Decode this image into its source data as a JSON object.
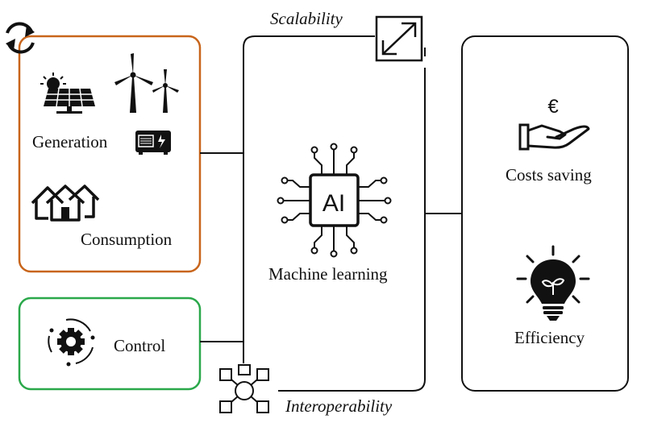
{
  "labels": {
    "generation": "Generation",
    "consumption": "Consumption",
    "control": "Control",
    "machine_learning": "Machine learning",
    "scalability": "Scalability",
    "interoperability": "Interoperability",
    "costs_saving": "Costs saving",
    "efficiency": "Efficiency",
    "ai_chip": "AI",
    "currency_symbol": "€"
  },
  "colors": {
    "energy_box_border": "#c8651b",
    "control_box_border": "#2aa84a",
    "line": "#111111",
    "bulb": "#111111"
  },
  "icons": {
    "top_left": "refresh-icon",
    "generation": [
      "solar-panel-icon",
      "wind-turbines-icon",
      "generator-icon"
    ],
    "consumption": "houses-icon",
    "control": "gear-cycle-icon",
    "scalability": "expand-arrows-icon",
    "machine_learning": "ai-chip-icon",
    "interoperability": "network-nodes-icon",
    "costs_saving": "euro-hand-icon",
    "efficiency": "eco-bulb-icon"
  }
}
